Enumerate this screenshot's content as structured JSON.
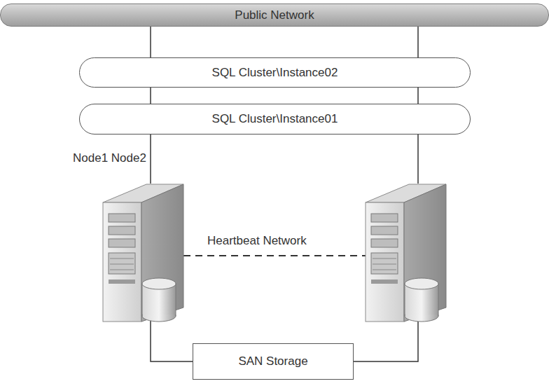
{
  "diagram": {
    "nodes": [
      {
        "text": [
          "Public Network"
        ]
      },
      {
        "text": [
          "SQL Cluster\\Instance02"
        ]
      },
      {
        "text": [
          "SQL Cluster\\Instance01"
        ]
      },
      {
        "text": [
          "SAN Storage"
        ]
      }
    ],
    "edges": [
      {
        "from": 0,
        "to": 1,
        "arrow": "none"
      },
      {
        "from": 0,
        "to": 1,
        "arrow": "none"
      },
      {
        "from": 1,
        "to": 2,
        "arrow": "none"
      },
      {
        "from": 1,
        "to": 2,
        "arrow": "none"
      }
    ],
    "labels": [
      "Node1 Node2",
      "Heartbeat Network"
    ]
  }
}
